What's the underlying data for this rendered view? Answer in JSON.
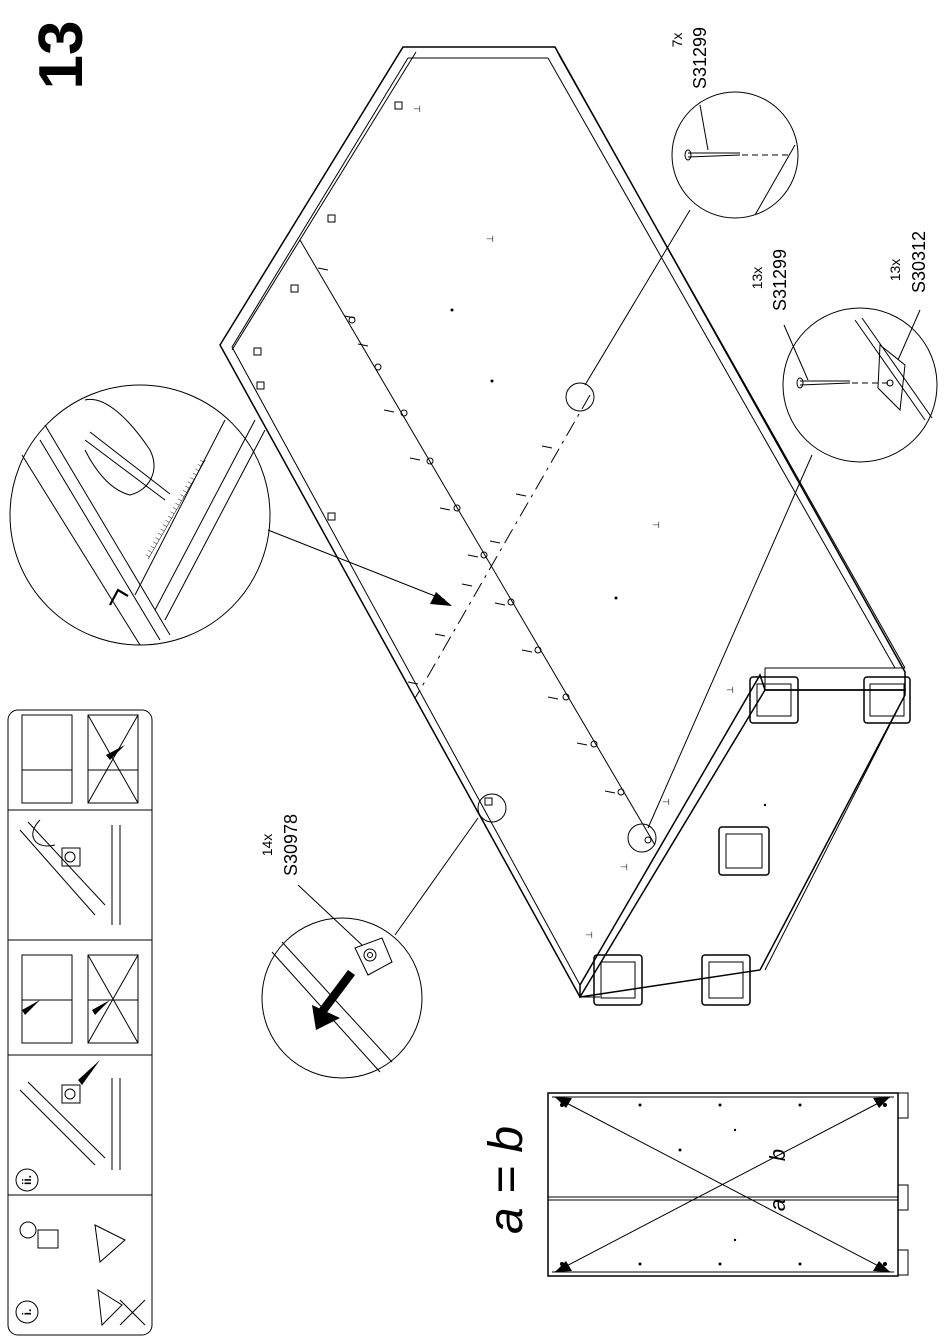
{
  "step": {
    "number": "13"
  },
  "parts": [
    {
      "id": "nail_top",
      "qty": "7x",
      "code": "S31299"
    },
    {
      "id": "nail_back",
      "qty": "13x",
      "code": "S31299"
    },
    {
      "id": "plate_back",
      "qty": "13x",
      "code": "S30312"
    },
    {
      "id": "connector",
      "qty": "14x",
      "code": "S30978"
    }
  ],
  "instructions": {
    "step_i": "i.",
    "step_ii": "ii."
  },
  "diagonal_check": {
    "equation": "a = b",
    "label_a": "a",
    "label_b": "b"
  }
}
